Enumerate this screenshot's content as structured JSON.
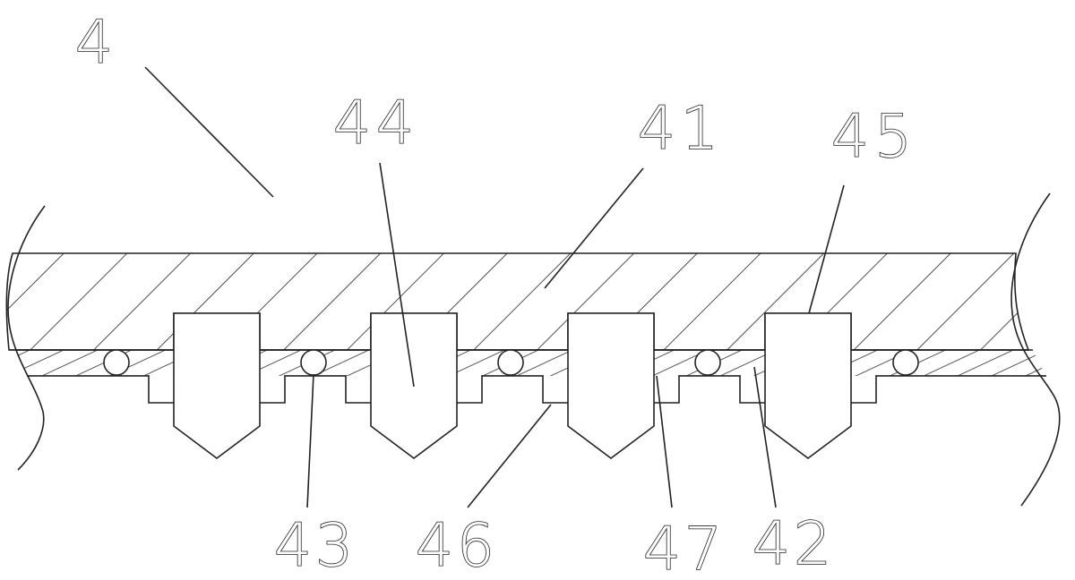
{
  "diagram": {
    "labels": {
      "assembly": "4",
      "part_41": "41",
      "part_42": "42",
      "part_43": "43",
      "part_44": "44",
      "part_45": "45",
      "part_46": "46",
      "part_47": "47"
    },
    "colors": {
      "line": "#222222",
      "background": "#ffffff"
    }
  }
}
